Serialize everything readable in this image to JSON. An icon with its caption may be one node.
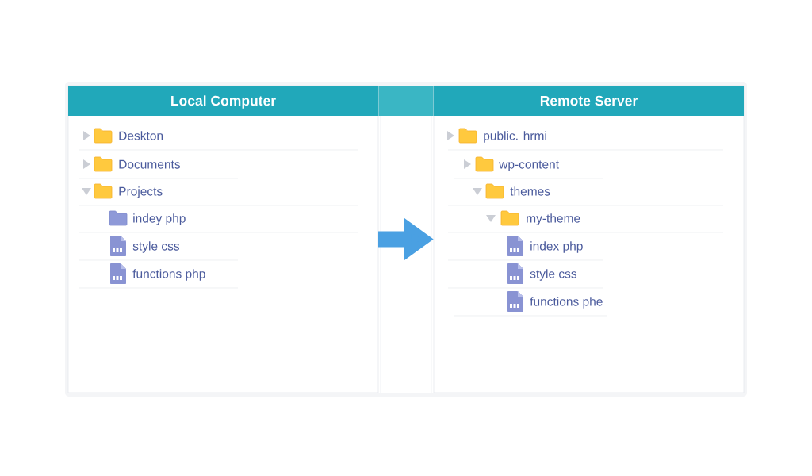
{
  "diagram": {
    "nodes": [
      {
        "text": [
          "Local Computer",
          "Deskton",
          "Documents",
          "Projects",
          "indey php",
          "style css",
          "functions php"
        ]
      },
      {
        "text": [
          "Remote Server",
          "public. hrmi",
          "wp-content",
          "themes",
          "my-theme",
          "index php",
          "style css",
          "functions phe"
        ]
      }
    ],
    "edges": [
      {
        "from": 0,
        "to": 1,
        "arrow": "to"
      }
    ]
  }
}
